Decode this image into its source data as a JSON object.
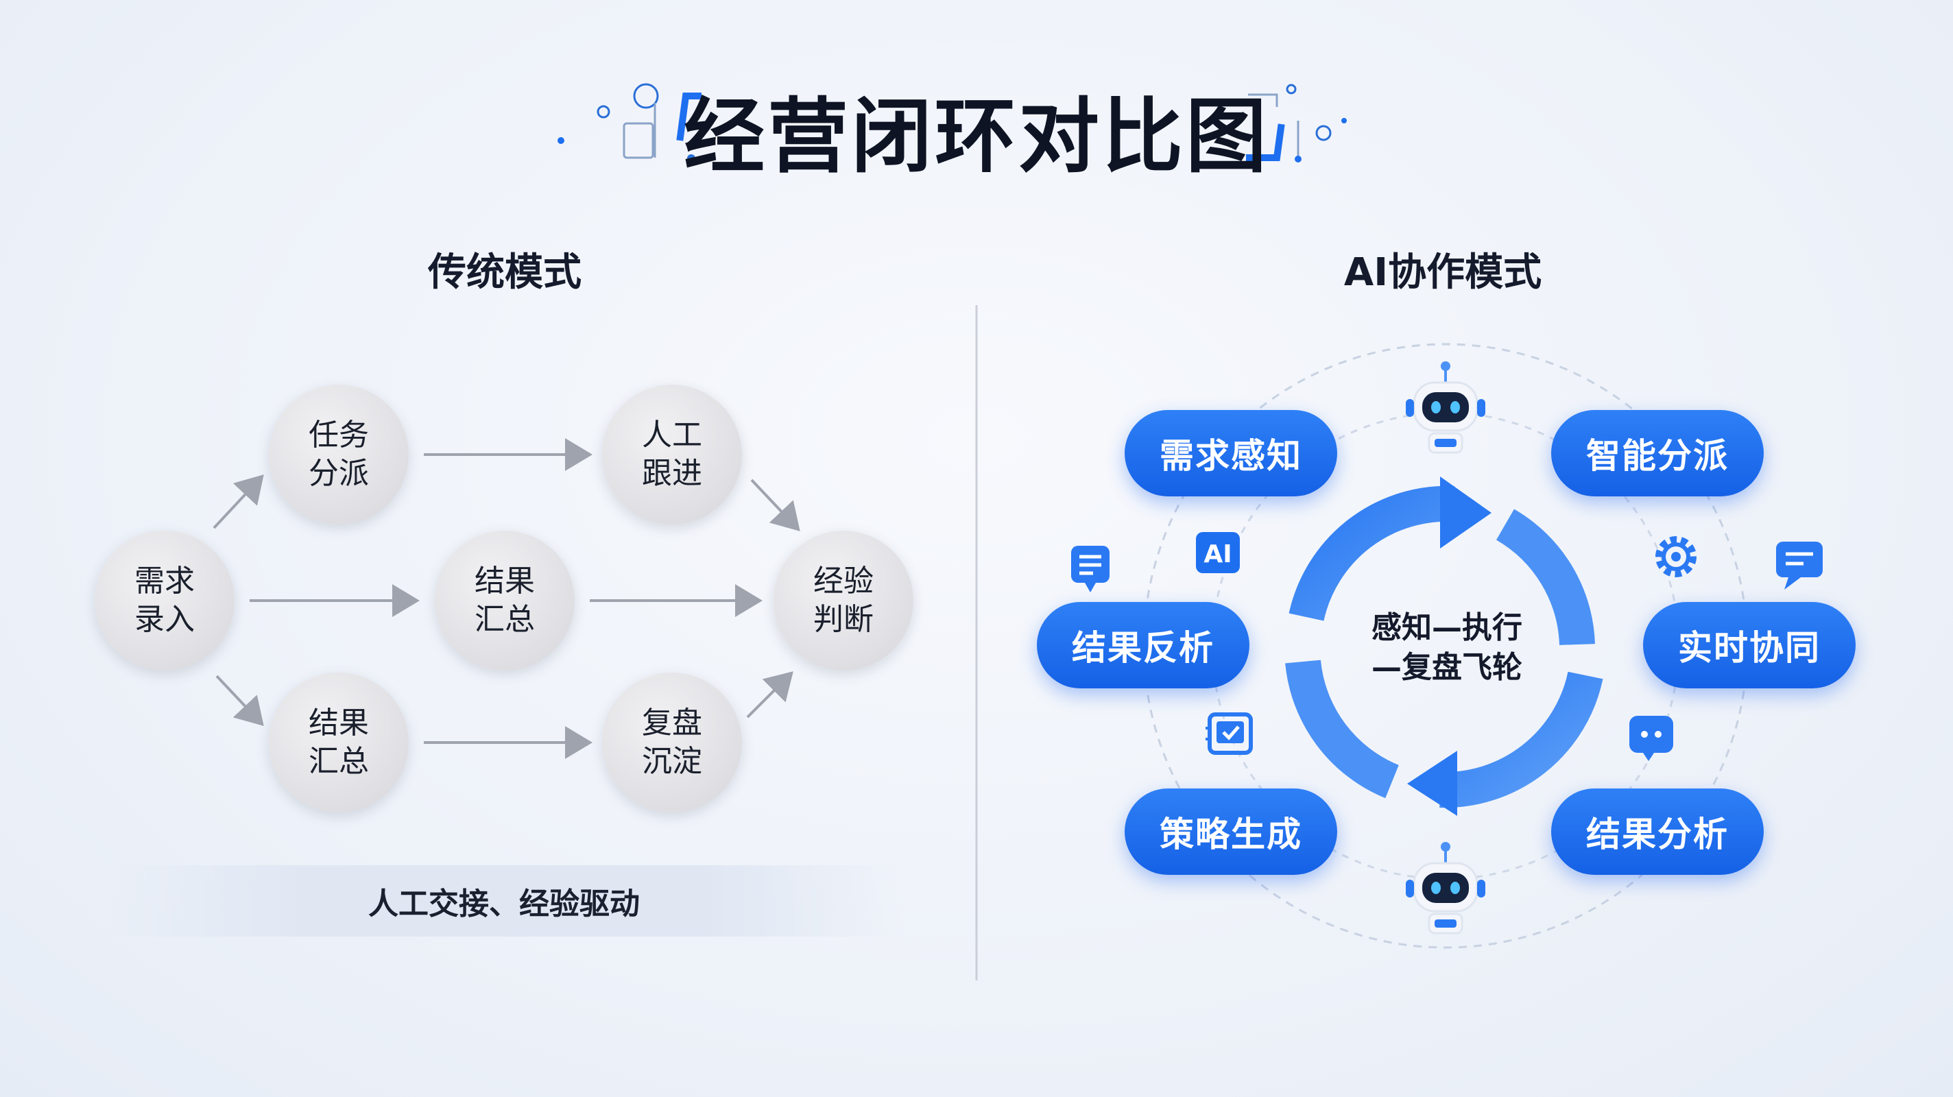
{
  "title": "经营闭环对比图",
  "left": {
    "heading": "传统模式",
    "nodes": [
      {
        "id": "n1",
        "line1": "需求",
        "line2": "录入"
      },
      {
        "id": "n2",
        "line1": "任务",
        "line2": "分派"
      },
      {
        "id": "n3",
        "line1": "结果",
        "line2": "汇总"
      },
      {
        "id": "n4",
        "line1": "结果",
        "line2": "汇总"
      },
      {
        "id": "n5",
        "line1": "人工",
        "line2": "跟进"
      },
      {
        "id": "n6",
        "line1": "复盘",
        "line2": "沉淀"
      },
      {
        "id": "n7",
        "line1": "经验",
        "line2": "判断"
      }
    ],
    "caption": "人工交接、经验驱动"
  },
  "right": {
    "heading": "AI协作模式",
    "center": {
      "line1": "感知—执行",
      "line2": "—复盘飞轮"
    },
    "pills": [
      {
        "label": "需求感知"
      },
      {
        "label": "智能分派"
      },
      {
        "label": "结果反析"
      },
      {
        "label": "实时协同"
      },
      {
        "label": "策略生成"
      },
      {
        "label": "结果分析"
      }
    ],
    "ai_badge": "AI",
    "icons": [
      "robot-icon",
      "document-icon",
      "ai-chip-icon",
      "gear-icon",
      "chat-icon",
      "checklist-icon",
      "chat-dots-icon"
    ]
  },
  "colors": {
    "accent": "#1e6ff0",
    "node_gray": "#dedee2",
    "arrow_gray": "#9ea3ad"
  }
}
